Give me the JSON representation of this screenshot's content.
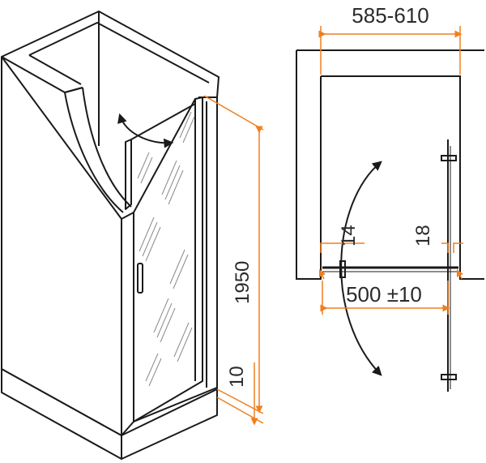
{
  "colors": {
    "line": "#1a1a1a",
    "dimension": "#f07f1e",
    "glass_pattern": "#8a8a8a",
    "text": "#2b2b2b"
  },
  "left_view": {
    "dim_height": "1950",
    "dim_bottom_gap": "10"
  },
  "right_view": {
    "dim_opening": "585-610",
    "dim_door_width": "500 ±10",
    "dim_left_profile": "14",
    "dim_right_profile": "18"
  },
  "icons": {
    "swing_arrow_left_view": "double-curved-arrow-icon",
    "swing_arrow_plan": "double-curved-arrow-icon"
  }
}
